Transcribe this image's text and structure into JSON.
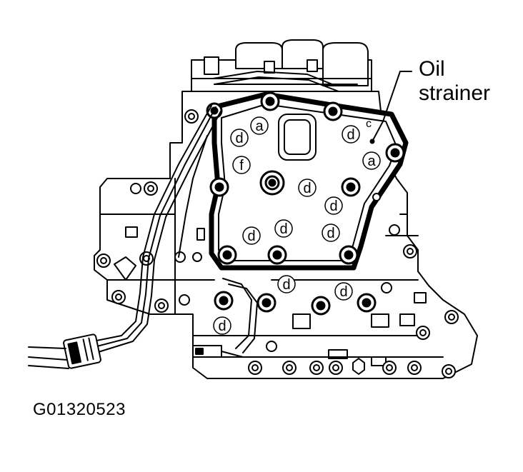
{
  "callout": {
    "line1": "Oil",
    "line2": "strainer"
  },
  "figure_id": "G01320523",
  "bolt_labels": [
    "a",
    "a",
    "d",
    "d",
    "d",
    "d",
    "d",
    "d",
    "d",
    "d",
    "d",
    "d",
    "f",
    "c"
  ],
  "colors": {
    "ink": "#000000",
    "paper": "#ffffff"
  }
}
